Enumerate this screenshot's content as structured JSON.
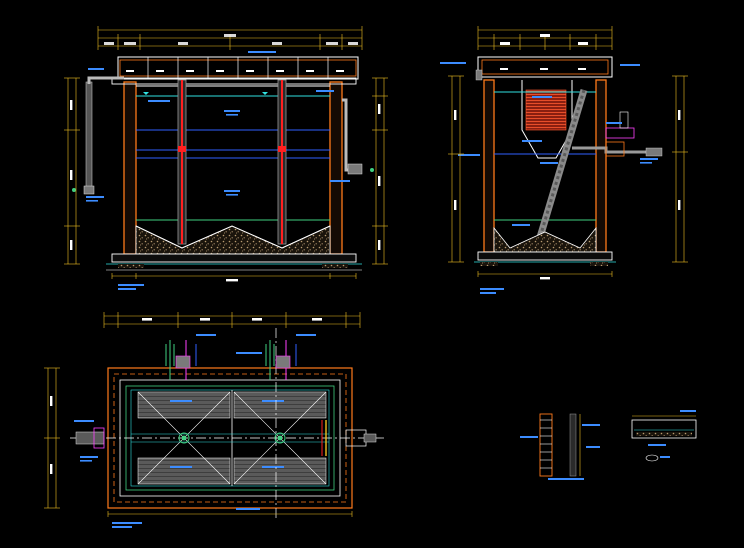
{
  "drawing": {
    "background": "#000000",
    "colors": {
      "outline": "#ffffff",
      "dimension": "#f0c020",
      "wall": "#ff7a1a",
      "water_level": "#3060ff",
      "pipe_red": "#ff2020",
      "pipe_grey": "#9a9a9a",
      "fill_green": "#40d080",
      "magenta": "#ff40ff",
      "cyan": "#30e0e0",
      "label_blue": "#3c8cff",
      "gravel": "#b89a70"
    },
    "views": [
      {
        "id": "longitudinal-section",
        "note": ""
      },
      {
        "id": "cross-section",
        "note": ""
      },
      {
        "id": "plan-view",
        "note": ""
      },
      {
        "id": "ladder-detail",
        "note": ""
      },
      {
        "id": "cover-detail",
        "note": ""
      }
    ]
  }
}
